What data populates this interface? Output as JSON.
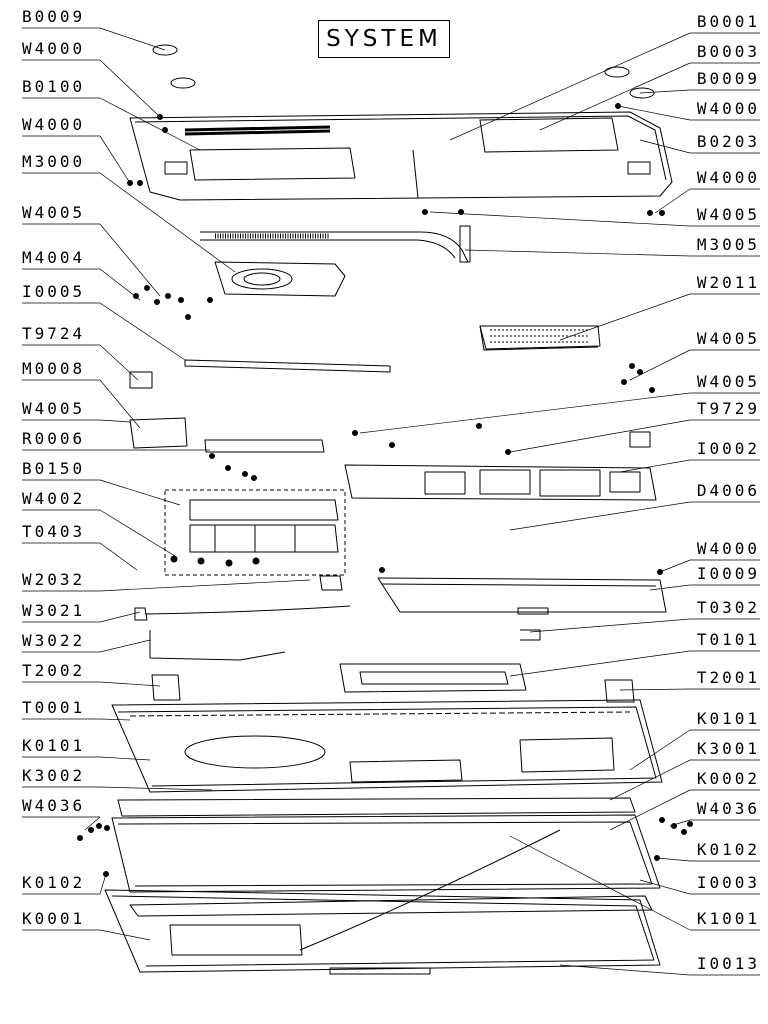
{
  "title": "SYSTEM",
  "left_labels": [
    "B0009",
    "W4000",
    "B0100",
    "W4000",
    "M3000",
    "W4005",
    "M4004",
    "I0005",
    "T9724",
    "M0008",
    "W4005",
    "R0006",
    "B0150",
    "W4002",
    "T0403",
    "W2032",
    "W3021",
    "W3022",
    "T2002",
    "T0001",
    "K0101",
    "K3002",
    "W4036",
    "K0102",
    "K0001"
  ],
  "right_labels": [
    "B0001",
    "B0003",
    "B0009",
    "W4000",
    "B0203",
    "W4000",
    "W4005",
    "M3005",
    "W2011",
    "W4005",
    "W4005",
    "T9729",
    "I0002",
    "D4006",
    "W4000",
    "I0009",
    "T0302",
    "T0101",
    "T2001",
    "K0101",
    "K3001",
    "K0002",
    "W4036",
    "K0102",
    "I0003",
    "K1001",
    "I0013"
  ]
}
